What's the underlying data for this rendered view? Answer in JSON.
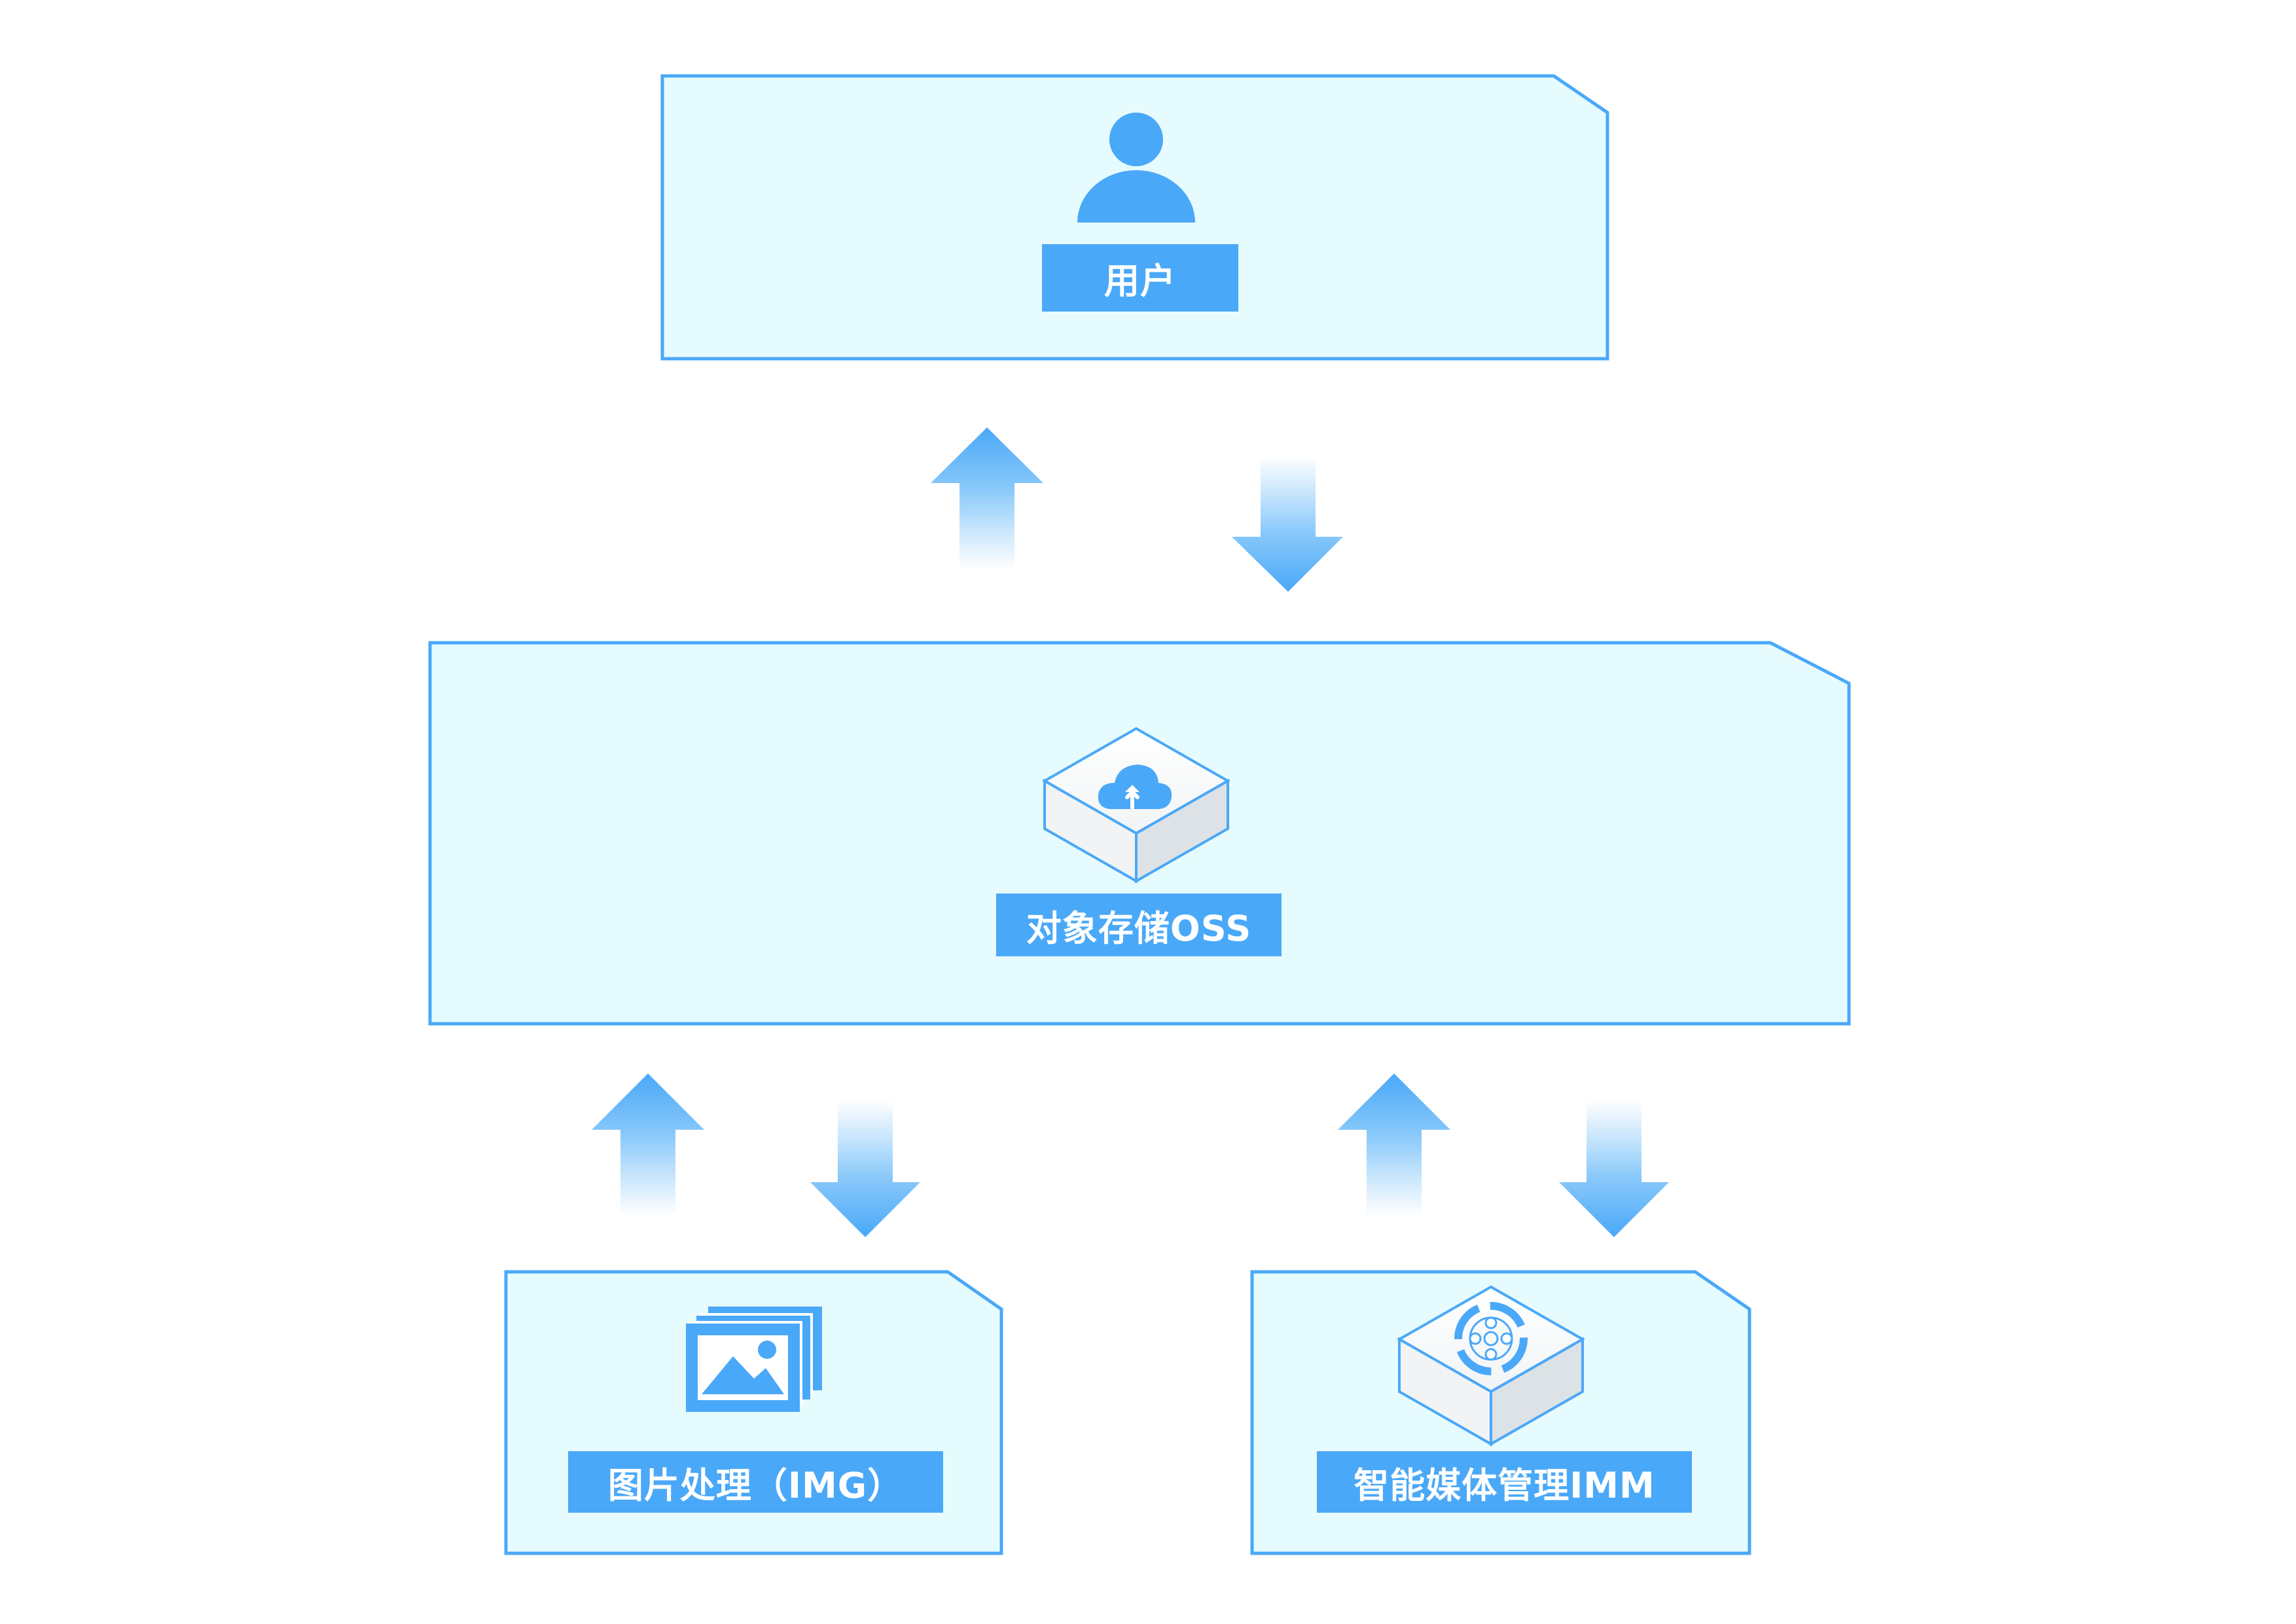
{
  "colors": {
    "border": "#4aa8f8",
    "box_fill": "#e6fbfe",
    "label_bg": "#4aa8f8",
    "arrow_top": "#4aa8f8"
  },
  "nodes": {
    "user": {
      "label": "用户",
      "icon": "user-icon"
    },
    "oss": {
      "label": "对象存储OSS",
      "icon": "cloud-storage-icon"
    },
    "img": {
      "label": "图片处理（IMG）",
      "icon": "image-gallery-icon"
    },
    "imm": {
      "label": "智能媒体管理IMM",
      "icon": "media-target-icon"
    }
  }
}
